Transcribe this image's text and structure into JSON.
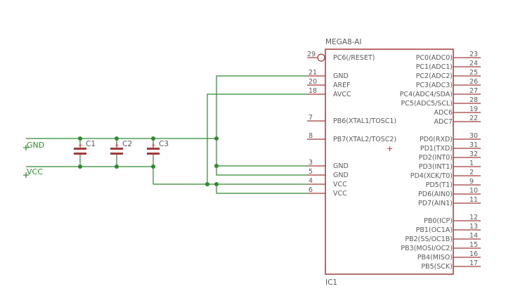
{
  "ic": {
    "value": "MEGA8-AI",
    "name": "IC1",
    "reset_pin": {
      "num": "29",
      "label": "PC6(/RESET)"
    },
    "left_pins": [
      {
        "num": "21",
        "label": "GND"
      },
      {
        "num": "20",
        "label": "AREF"
      },
      {
        "num": "18",
        "label": "AVCC"
      },
      {
        "num": "7",
        "label": "PB6(XTAL1/TOSC1)"
      },
      {
        "num": "8",
        "label": "PB7(XTAL2/TOSC2)"
      },
      {
        "num": "3",
        "label": "GND"
      },
      {
        "num": "5",
        "label": "GND"
      },
      {
        "num": "4",
        "label": "VCC"
      },
      {
        "num": "6",
        "label": "VCC"
      }
    ],
    "right_pins": [
      {
        "num": "23",
        "label": "PC0(ADC0)"
      },
      {
        "num": "24",
        "label": "PC1(ADC1)"
      },
      {
        "num": "25",
        "label": "PC2(ADC2)"
      },
      {
        "num": "26",
        "label": "PC3(ADC3)"
      },
      {
        "num": "27",
        "label": "PC4(ADC4/SDA)"
      },
      {
        "num": "28",
        "label": "PC5(ADC5/SCL)"
      },
      {
        "num": "19",
        "label": "ADC6"
      },
      {
        "num": "22",
        "label": "ADC7"
      },
      {
        "num": "30",
        "label": "PD0(RXD)"
      },
      {
        "num": "31",
        "label": "PD1(TXD)"
      },
      {
        "num": "32",
        "label": "PD2(INT0)"
      },
      {
        "num": "1",
        "label": "PD3(INT1)"
      },
      {
        "num": "2",
        "label": "PD4(XCK/T0)"
      },
      {
        "num": "9",
        "label": "PD5(T1)"
      },
      {
        "num": "10",
        "label": "PD6(AIN0)"
      },
      {
        "num": "11",
        "label": "PD7(AIN1)"
      },
      {
        "num": "12",
        "label": "PB0(ICP)"
      },
      {
        "num": "13",
        "label": "PB1(OC1A)"
      },
      {
        "num": "14",
        "label": "PB2(SS/OC1B)"
      },
      {
        "num": "15",
        "label": "PB3(MOSI/OC2)"
      },
      {
        "num": "16",
        "label": "PB4(MISO)"
      },
      {
        "num": "17",
        "label": "PB5(SCK)"
      }
    ]
  },
  "nets": {
    "gnd": "GND",
    "vcc": "VCC"
  },
  "capacitors": [
    {
      "name": "C1"
    },
    {
      "name": "C2"
    },
    {
      "name": "C3"
    }
  ],
  "colors": {
    "part": "#a33a3a",
    "wire": "#2f8a2f",
    "text": "#5a5a5a"
  }
}
